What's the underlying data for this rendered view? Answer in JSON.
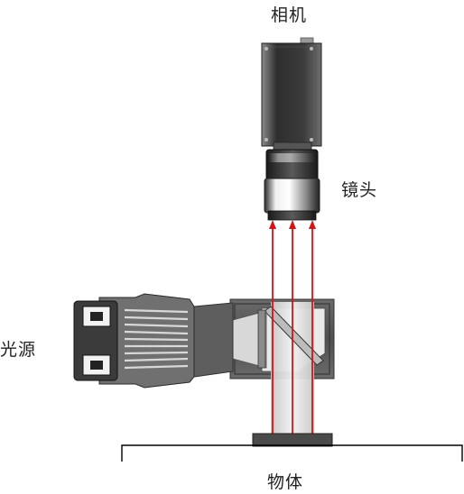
{
  "labels": {
    "camera": "相机",
    "lens": "镜头",
    "light_source": "光源",
    "object": "物体"
  },
  "colors": {
    "ray": "#e01010",
    "housing": "#5a5a5a",
    "camera_body": "#3a3a3a",
    "stage_line": "#000000"
  }
}
